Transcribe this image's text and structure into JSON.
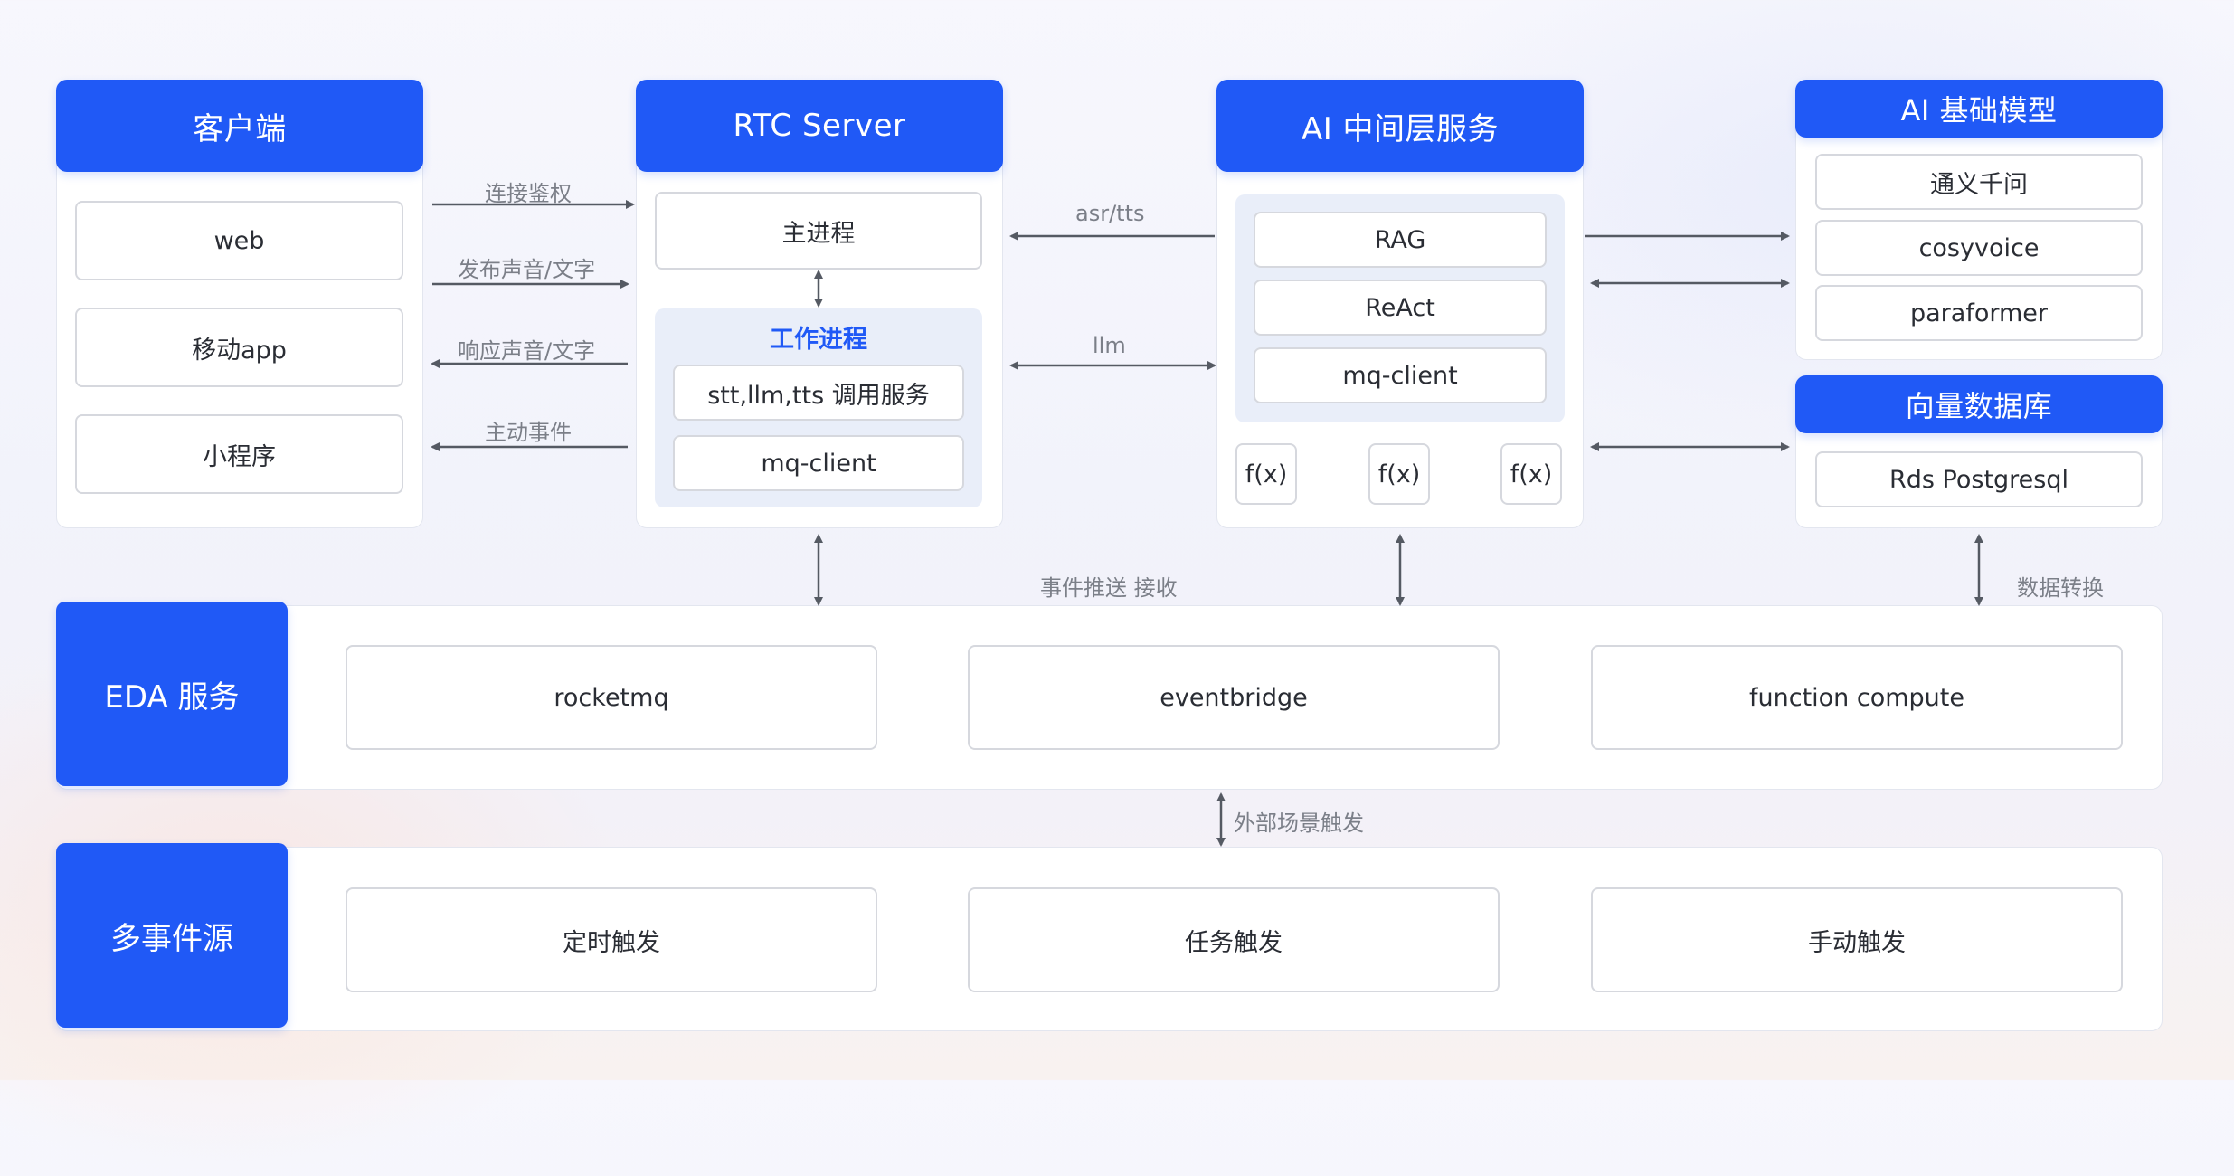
{
  "client": {
    "title": "客户端",
    "items": [
      "web",
      "移动app",
      "小程序"
    ]
  },
  "rtc": {
    "title": "RTC Server",
    "main": "主进程",
    "worker_title": "工作进程",
    "worker_items": [
      "stt,llm,tts 调用服务",
      "mq-client"
    ]
  },
  "ai_mid": {
    "title": "AI 中间层服务",
    "items": [
      "RAG",
      "ReAct",
      "mq-client"
    ],
    "funcs": [
      "f(x)",
      "f(x)",
      "f(x)"
    ]
  },
  "ai_base": {
    "title": "AI 基础模型",
    "items": [
      "通义千问",
      "cosyvoice",
      "paraformer"
    ]
  },
  "vector_db": {
    "title": "向量数据库",
    "items": [
      "Rds Postgresql"
    ]
  },
  "eda": {
    "title": "EDA 服务",
    "items": [
      "rocketmq",
      "eventbridge",
      "function compute"
    ]
  },
  "sources": {
    "title": "多事件源",
    "items": [
      "定时触发",
      "任务触发",
      "手动触发"
    ]
  },
  "labels": {
    "connect_auth": "连接鉴权",
    "publish": "发布声音/文字",
    "respond": "响应声音/文字",
    "active_event": "主动事件",
    "asr_tts": "asr/tts",
    "llm": "llm",
    "event_push": "事件推送 接收",
    "data_convert": "数据转换",
    "external": "外部场景触发"
  },
  "colors": {
    "accent": "#2059f6",
    "panel": "#ffffff",
    "sub_panel": "#e9eef9",
    "border": "#d6d8de",
    "arrow": "#555a63"
  }
}
